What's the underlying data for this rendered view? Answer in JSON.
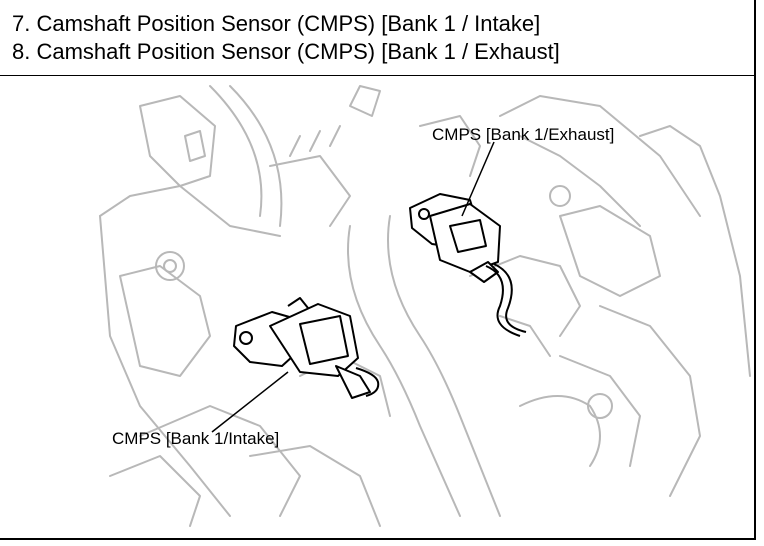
{
  "header": {
    "line1": "7. Camshaft Position Sensor (CMPS) [Bank 1 / Intake]",
    "line2": "8. Camshaft Position Sensor (CMPS) [Bank 1 / Exhaust]"
  },
  "figure": {
    "label_exhaust": "CMPS [Bank 1/Exhaust]",
    "label_intake": "CMPS [Bank 1/Intake]"
  }
}
